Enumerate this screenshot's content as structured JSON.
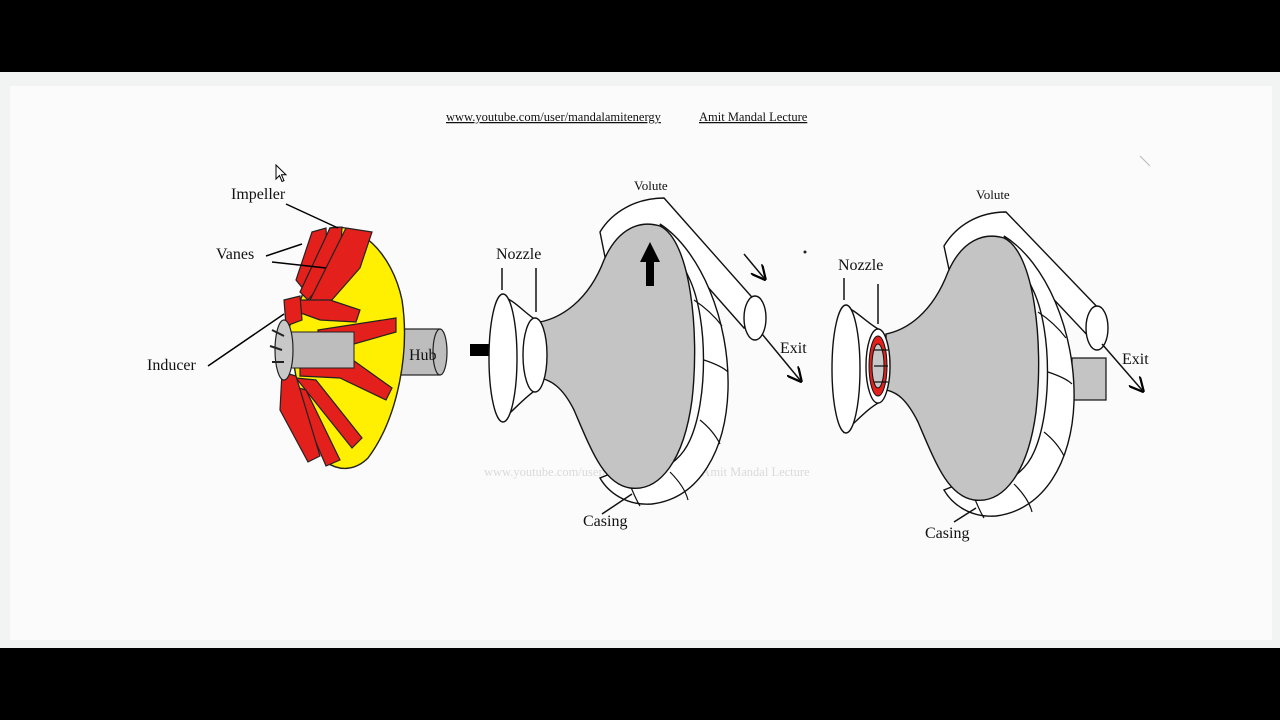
{
  "header": {
    "channel_url": "www.youtube.com/user/mandalamitenergy",
    "lecturer": "Amit Mandal Lecture"
  },
  "watermark": "www.youtube.com/user/mandalamitenergy Amit Mandal Lecture",
  "impeller_diagram": {
    "labels": {
      "impeller": "Impeller",
      "vanes": "Vanes",
      "inducer": "Inducer",
      "hub": "Hub"
    }
  },
  "compressor_diagram_1": {
    "labels": {
      "volute": "Volute",
      "nozzle": "Nozzle",
      "exit": "Exit",
      "casing": "Casing"
    }
  },
  "compressor_diagram_2": {
    "labels": {
      "volute": "Volute",
      "nozzle": "Nozzle",
      "exit": "Exit",
      "casing": "Casing"
    }
  },
  "colors": {
    "vane_red": "#e3201b",
    "impeller_yellow": "#ffef00",
    "casing_gray": "#c4c4c4",
    "hub_gray": "#bdbdbd"
  }
}
